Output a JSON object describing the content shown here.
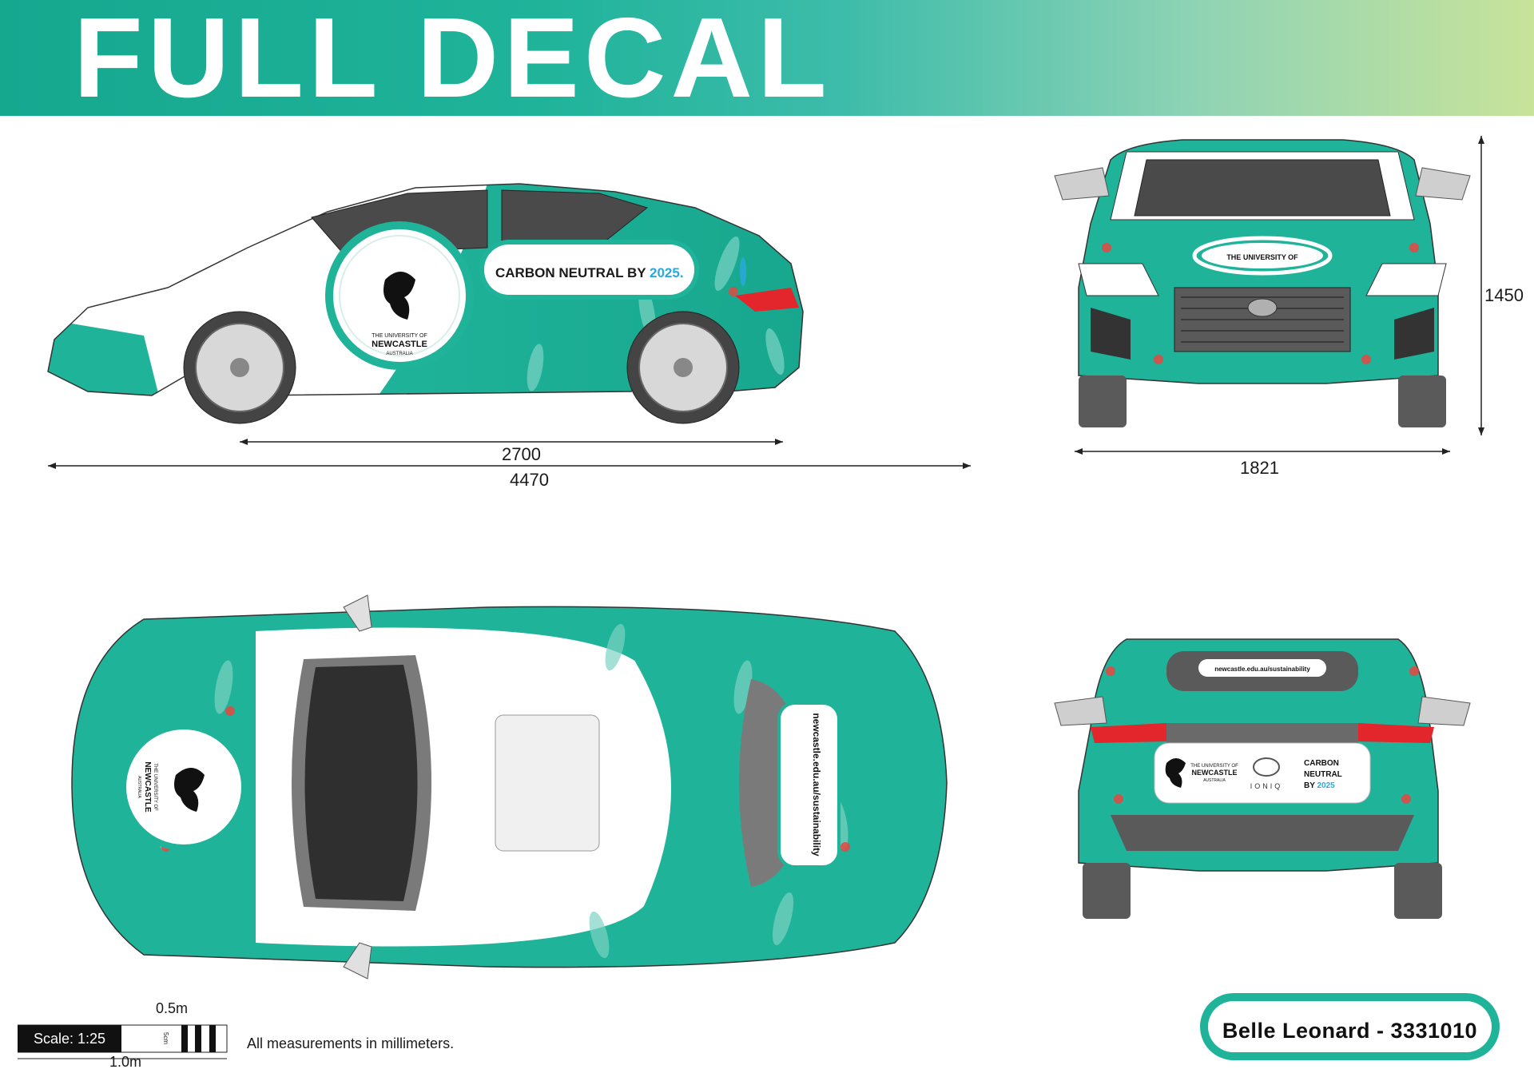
{
  "header": {
    "title": "FULL DECAL"
  },
  "side_view": {
    "logo_line1": "THE UNIVERSITY OF",
    "logo_line2": "NEWCASTLE",
    "logo_line3": "AUSTRALIA",
    "banner_prefix": "CARBON NEUTRAL BY ",
    "banner_year": "2025."
  },
  "front_view": {
    "logo_text": "THE UNIVERSITY OF"
  },
  "top_view": {
    "url": "newcastle.edu.au/sustainability",
    "logo_line1": "THE UNIVERSITY OF",
    "logo_line2": "NEWCASTLE",
    "logo_line3": "AUSTRALIA"
  },
  "rear_view": {
    "url": "newcastle.edu.au/sustainability",
    "logo_line1": "THE UNIVERSITY OF",
    "logo_line2": "NEWCASTLE",
    "logo_line3": "AUSTRALIA",
    "brand": "IONIQ",
    "message_line1": "CARBON",
    "message_line2": "NEUTRAL",
    "message_line3_prefix": "BY ",
    "message_year": "2025"
  },
  "dimensions": {
    "wheelbase": "2700",
    "length": "4470",
    "height": "1450",
    "width": "1821"
  },
  "scale": {
    "label": "Scale: 1:25",
    "half_label": "0.5m",
    "full_label": "1.0m",
    "small_label": "5cm"
  },
  "footnote": "All measurements in millimeters.",
  "badge": {
    "text": "Belle Leonard - 3331010"
  },
  "colors": {
    "brand_teal": "#1fb39a",
    "accent_blue": "#29a9e0",
    "light_red": "#e8463f"
  }
}
